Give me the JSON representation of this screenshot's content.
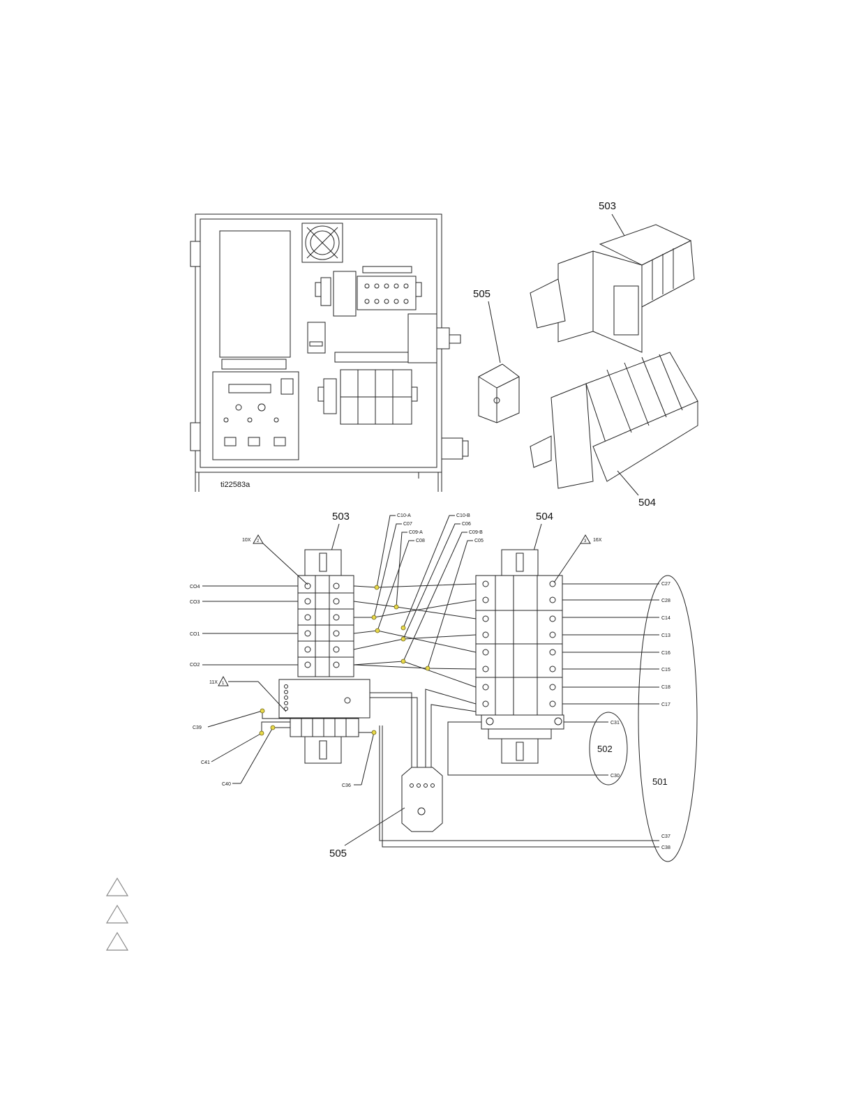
{
  "figure_id": "ti22583a",
  "top_callouts": {
    "c503": "503",
    "c505": "505",
    "c504": "504"
  },
  "bottom_callouts": {
    "c503": "503",
    "c504": "504",
    "c505": "505",
    "c502": "502",
    "c501": "501"
  },
  "qty_notes": {
    "q10": "10X",
    "q10_num": "2",
    "q16": "16X",
    "q16_num": "3",
    "q11": "11X",
    "q11_num": "1"
  },
  "left_wires": [
    "CO4",
    "CO3",
    "CO1",
    "CO2"
  ],
  "lower_left_wires": [
    "C39",
    "C41",
    "C40",
    "C36"
  ],
  "top_wires": [
    "C10-A",
    "C07",
    "C09-A",
    "C08",
    "C10-B",
    "C06",
    "C09-B",
    "C05"
  ],
  "right_wires": [
    "C27",
    "C28",
    "C14",
    "C13",
    "C16",
    "C15",
    "C18",
    "C17"
  ],
  "loop502_wires": [
    "C31",
    "C30"
  ],
  "bottom_right_wires": [
    "C37",
    "C38"
  ],
  "legend_markers": [
    "triangle",
    "triangle",
    "triangle"
  ]
}
